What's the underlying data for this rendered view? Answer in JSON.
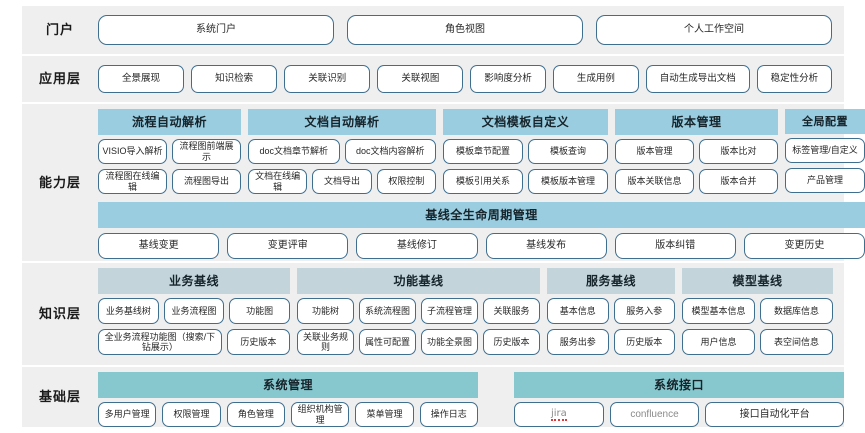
{
  "layers": [
    {
      "id": "portal",
      "label": "门户",
      "items": [
        "系统门户",
        "角色视图",
        "个人工作空间"
      ]
    },
    {
      "id": "application",
      "label": "应用层",
      "items": [
        "全景展现",
        "知识检索",
        "关联识别",
        "关联视图",
        "影响度分析",
        "生成用例",
        "自动生成导出文档",
        "稳定性分析"
      ]
    },
    {
      "id": "capability",
      "label": "能力层",
      "groups": [
        {
          "title": "流程自动解析",
          "rows": [
            [
              "VISIO导入解析",
              "流程图前端展示"
            ],
            [
              "流程图在线编辑",
              "流程图导出"
            ]
          ]
        },
        {
          "title": "文档自动解析",
          "rows": [
            [
              "doc文档章节解析",
              "doc文档内容解析"
            ],
            [
              "文档在线编辑",
              "文档导出",
              "权限控制"
            ]
          ]
        },
        {
          "title": "文档模板自定义",
          "rows": [
            [
              "模板章节配置",
              "模板查询"
            ],
            [
              "模板引用关系",
              "模板版本管理"
            ]
          ]
        },
        {
          "title": "版本管理",
          "rows": [
            [
              "版本管理",
              "版本比对"
            ],
            [
              "版本关联信息",
              "版本合并"
            ]
          ]
        },
        {
          "title": "全局配置",
          "rows": [
            [
              "标签管理/自定义"
            ],
            [
              "产品管理"
            ]
          ]
        }
      ],
      "full_block": {
        "title": "基线全生命周期管理",
        "items": [
          "基线变更",
          "变更评审",
          "基线修订",
          "基线发布",
          "版本纠错",
          "变更历史"
        ]
      }
    },
    {
      "id": "knowledge",
      "label": "知识层",
      "groups": [
        {
          "title": "业务基线",
          "rows": [
            [
              "业务基线树",
              "业务流程图",
              "功能图"
            ],
            [
              "全业务流程功能图（搜索/下钻展示）",
              "历史版本"
            ]
          ]
        },
        {
          "title": "功能基线",
          "rows": [
            [
              "功能树",
              "系统流程图",
              "子流程管理",
              "关联服务"
            ],
            [
              "关联业务规则",
              "属性可配置",
              "功能全景图",
              "历史版本"
            ]
          ]
        },
        {
          "title": "服务基线",
          "rows": [
            [
              "基本信息",
              "服务入参"
            ],
            [
              "服务出参",
              "历史版本"
            ]
          ]
        },
        {
          "title": "模型基线",
          "rows": [
            [
              "模型基本信息",
              "数据库信息"
            ],
            [
              "用户信息",
              "表空间信息"
            ]
          ]
        }
      ]
    },
    {
      "id": "foundation",
      "label": "基础层",
      "groups": [
        {
          "title": "系统管理",
          "rows": [
            [
              "多用户管理",
              "权限管理",
              "角色管理",
              "组织机构管理",
              "菜单管理",
              "操作日志"
            ]
          ]
        },
        {
          "title": "系统接口",
          "rows": [
            [
              "jira",
              "confluence",
              "接口自动化平台"
            ]
          ]
        }
      ]
    }
  ],
  "colors": {
    "band_background": "#efefef",
    "pill_border": "#3f6f8f",
    "capability_header": "#9acde0",
    "knowledge_header": "#c3d5da",
    "foundation_header": "#87c8ce",
    "spellcheck_underline": "#e03b3b",
    "page_background": "#ffffff"
  }
}
